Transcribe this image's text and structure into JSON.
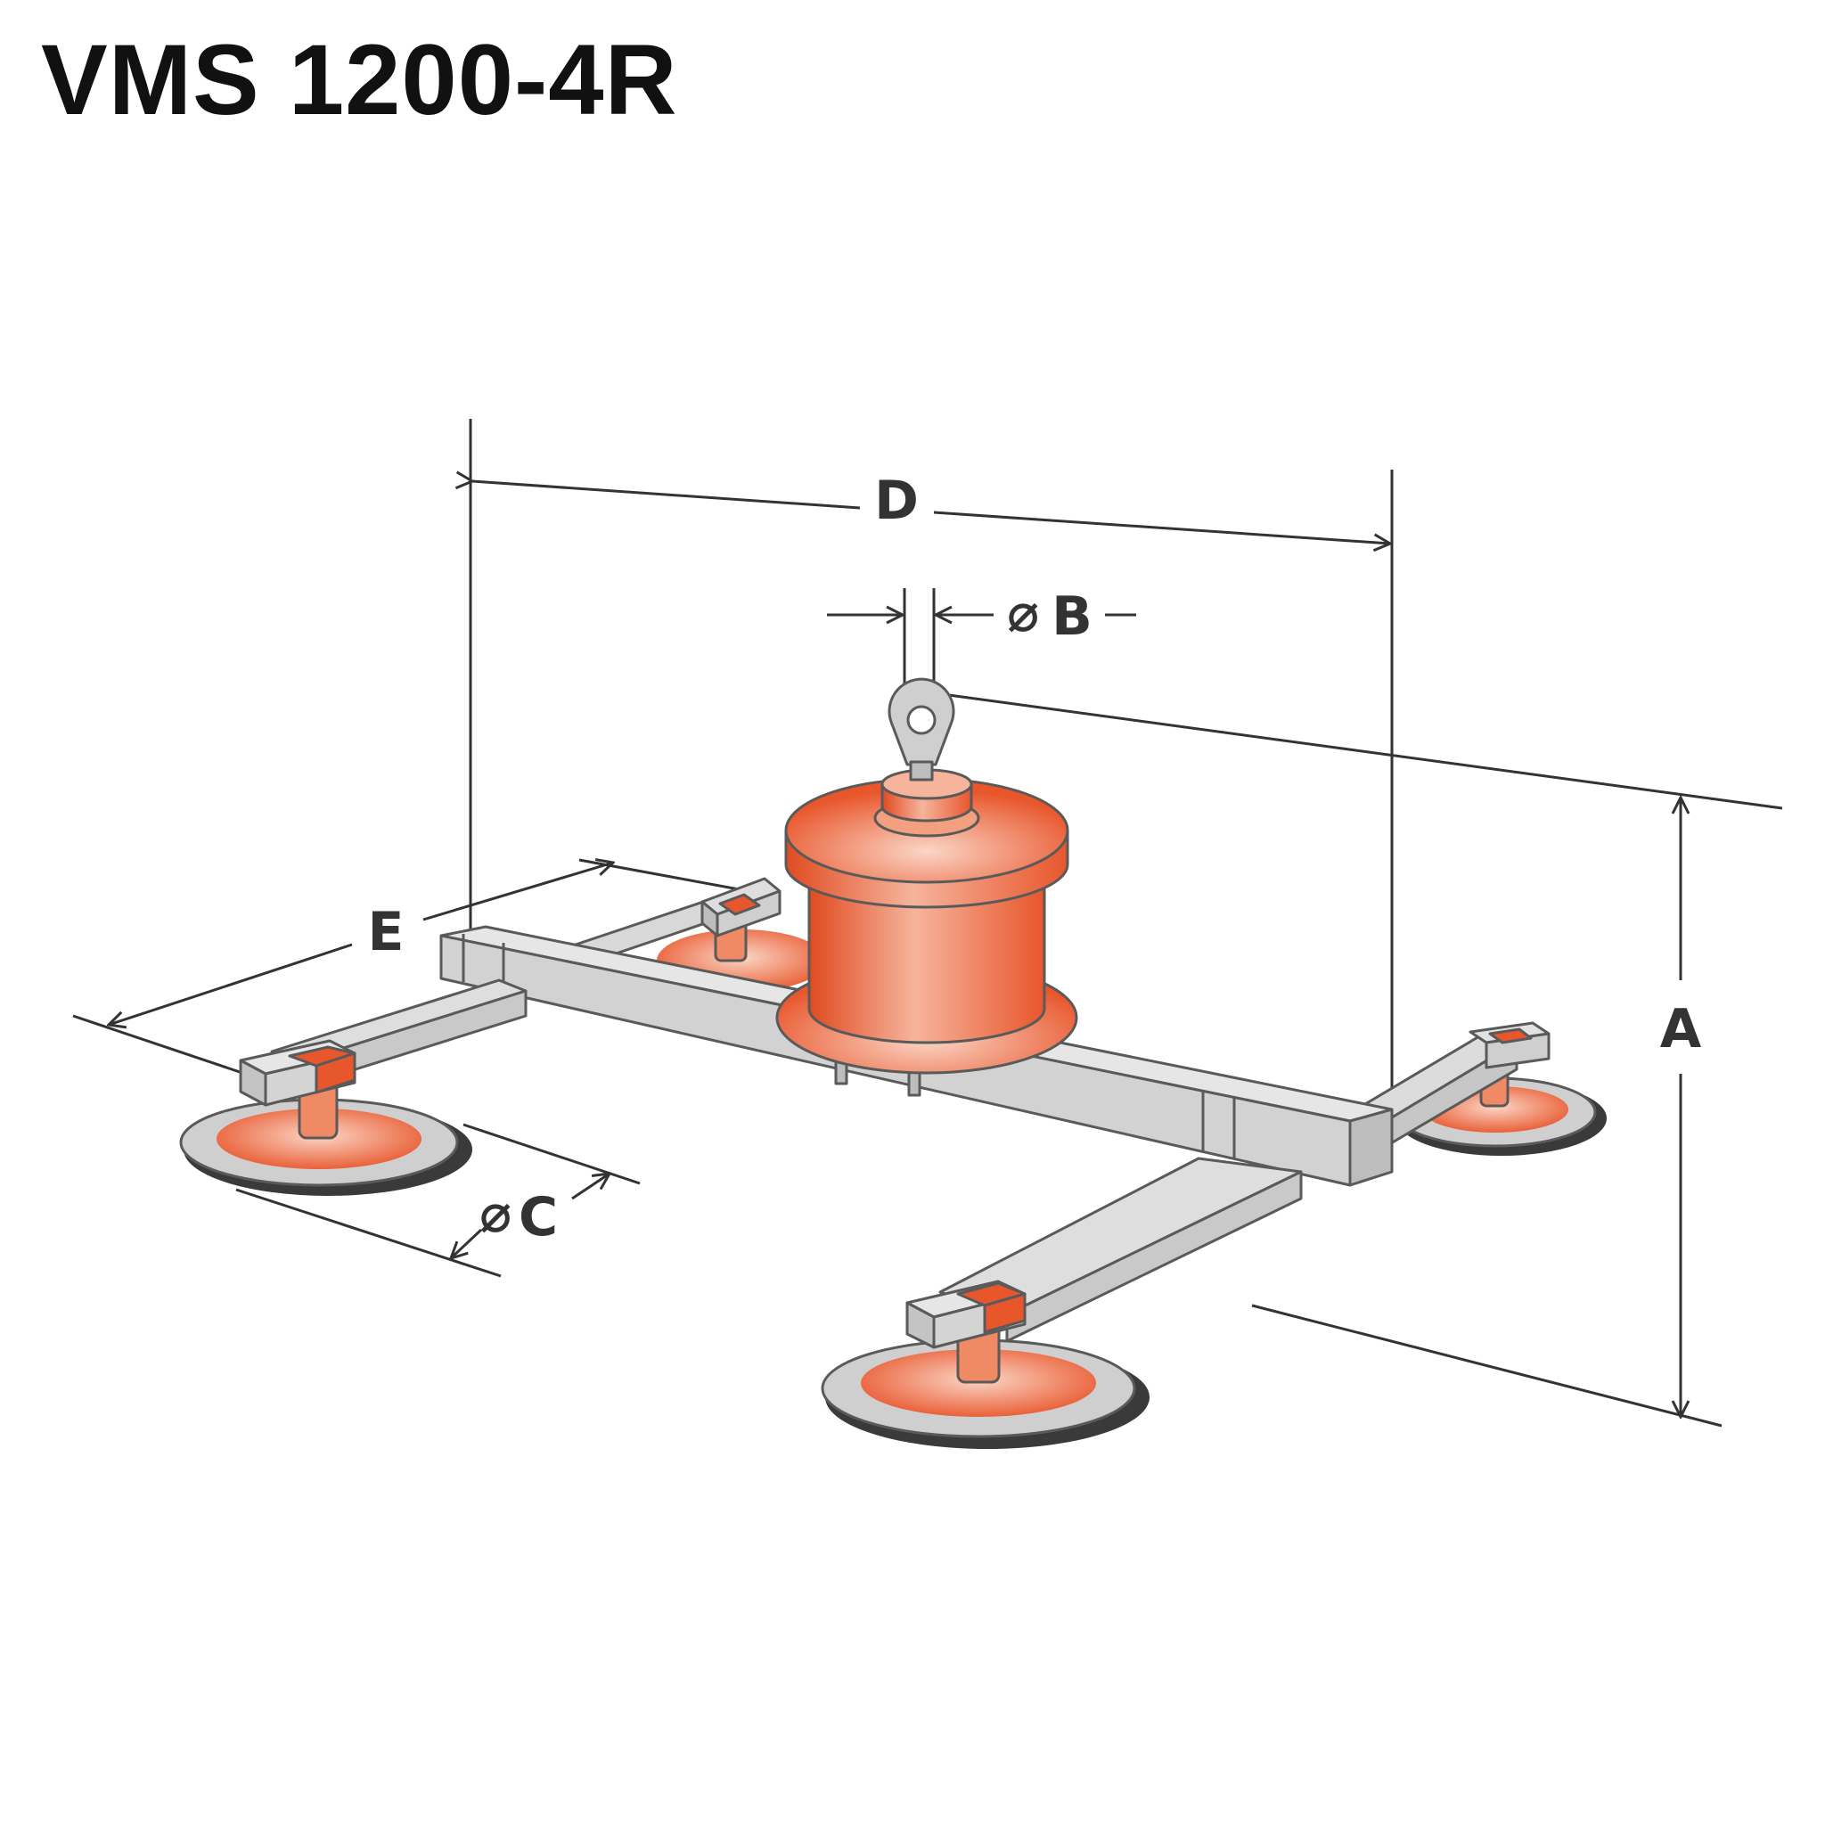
{
  "title": "VMS 1200-4R",
  "dimensions": {
    "a": "A",
    "b": "B",
    "c": "C",
    "d": "D",
    "e": "E",
    "diameter_symbol": "⌀"
  },
  "colors": {
    "frame": "#cfcfcf",
    "frame_light": "#e4e4e4",
    "orange_main": "#e8562c",
    "orange_light": "#f6b49c",
    "pad_rubber": "#3a3a3a",
    "dimension_line": "#333333"
  },
  "icons": [
    "lifting-eye-icon",
    "diameter-icon"
  ]
}
